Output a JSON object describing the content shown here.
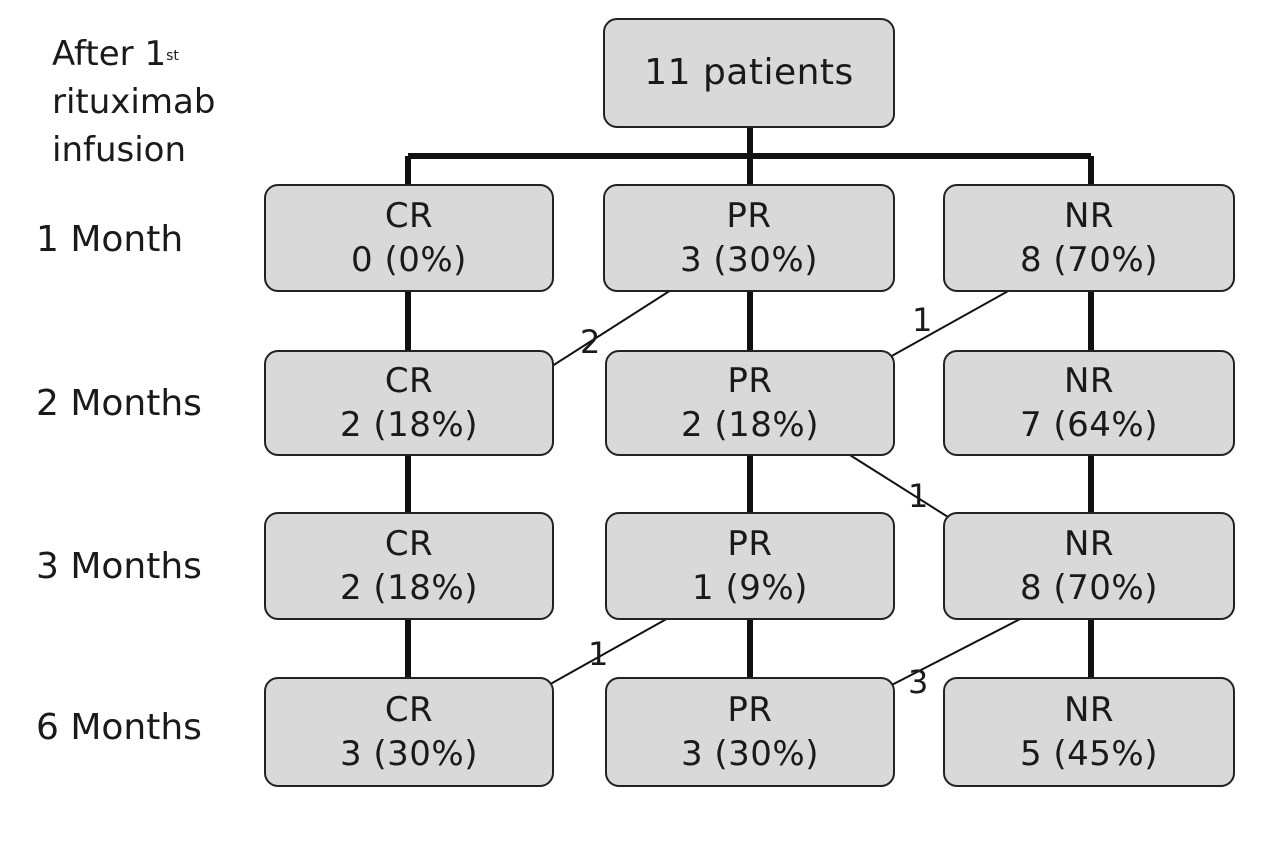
{
  "header": {
    "line1_prefix": "After 1",
    "line1_sup": "st",
    "line2": "rituximab",
    "line3": "infusion"
  },
  "root": {
    "label": "11 patients"
  },
  "rows": [
    {
      "label": "1 Month",
      "boxes": [
        {
          "status": "CR",
          "value": "0 (0%)"
        },
        {
          "status": "PR",
          "value": "3 (30%)"
        },
        {
          "status": "NR",
          "value": "8 (70%)"
        }
      ]
    },
    {
      "label": "2 Months",
      "boxes": [
        {
          "status": "CR",
          "value": "2 (18%)"
        },
        {
          "status": "PR",
          "value": "2 (18%)"
        },
        {
          "status": "NR",
          "value": "7 (64%)"
        }
      ]
    },
    {
      "label": "3 Months",
      "boxes": [
        {
          "status": "CR",
          "value": "2 (18%)"
        },
        {
          "status": "PR",
          "value": "1 (9%)"
        },
        {
          "status": "NR",
          "value": "8 (70%)"
        }
      ]
    },
    {
      "label": "6 Months",
      "boxes": [
        {
          "status": "CR",
          "value": "3 (30%)"
        },
        {
          "status": "PR",
          "value": "3 (30%)"
        },
        {
          "status": "NR",
          "value": "5 (45%)"
        }
      ]
    }
  ],
  "transitions": [
    {
      "from": "1 Month PR",
      "to": "2 Months CR",
      "count": "2"
    },
    {
      "from": "1 Month NR",
      "to": "2 Months PR",
      "count": "1"
    },
    {
      "from": "2 Months PR",
      "to": "3 Months NR",
      "count": "1"
    },
    {
      "from": "3 Months PR",
      "to": "6 Months CR",
      "count": "1"
    },
    {
      "from": "3 Months NR",
      "to": "6 Months PR",
      "count": "3"
    }
  ],
  "colors": {
    "box_fill": "#d9d9d9",
    "line": "#111111"
  }
}
